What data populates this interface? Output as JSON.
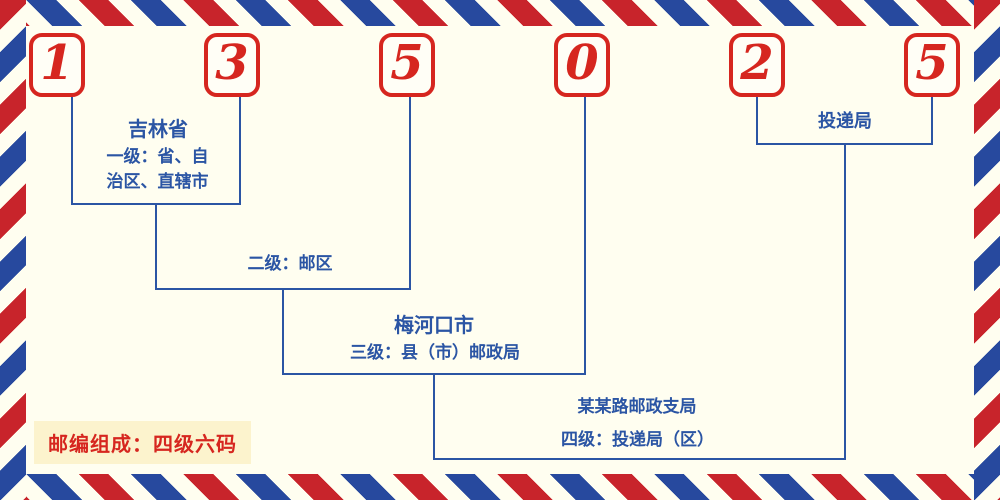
{
  "postal_code": {
    "digits": [
      "1",
      "3",
      "5",
      "0",
      "2",
      "5"
    ]
  },
  "annotations": {
    "level1": {
      "name": "吉林省",
      "desc": "一级：省、自\n治区、直辖市"
    },
    "level2": {
      "desc": "二级：邮区"
    },
    "level3": {
      "name": "梅河口市",
      "desc": "三级：县（市）邮政局"
    },
    "level4": {
      "name": "投递局",
      "branch": "某某路邮政支局",
      "desc": "四级：投递局（区）"
    }
  },
  "footer": {
    "note": "邮编组成：四级六码"
  },
  "colors": {
    "digit_red": "#d6261f",
    "line_blue": "#2b55a4",
    "stripe_red": "#c8242b",
    "stripe_blue": "#27499e",
    "background": "#fffef0",
    "footer_bg": "#fcf3cd"
  }
}
